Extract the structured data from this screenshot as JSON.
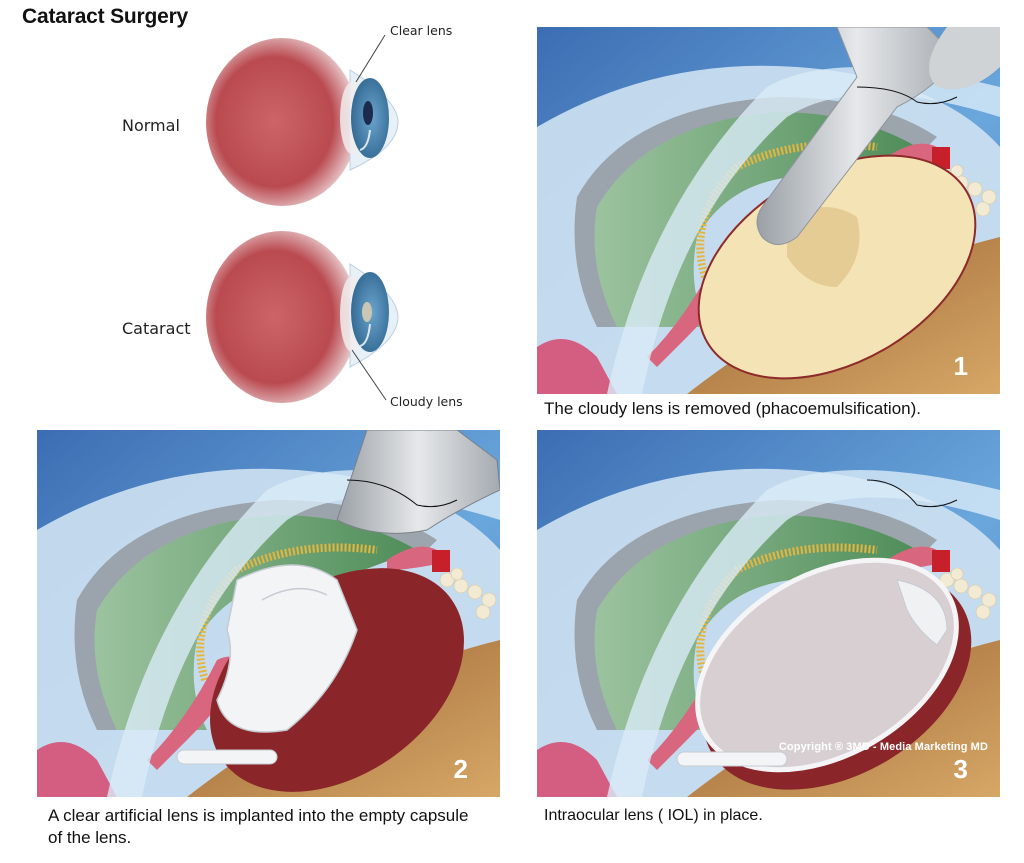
{
  "title": "Cataract Surgery",
  "eyes": [
    {
      "label": "Normal",
      "callout": "Clear lens",
      "lens_state": "clear"
    },
    {
      "label": "Cataract",
      "callout": "Cloudy lens",
      "lens_state": "cloudy"
    }
  ],
  "panels": [
    {
      "number": "1",
      "caption": "The cloudy lens is removed (phacoemulsification).",
      "content": "phacoemulsification-probe-in-cloudy-lens"
    },
    {
      "number": "2",
      "caption": "A clear artificial lens is implanted into the empty capsule of the lens.",
      "content": "folded-iol-injection"
    },
    {
      "number": "3",
      "caption": "Intraocular lens ( IOL) in place.",
      "content": "iol-in-capsule",
      "copyright": "Copyright ® 3MD - Media Marketing MD"
    }
  ],
  "colors": {
    "sky_top": "#3c6fb5",
    "sky_bottom": "#7fb3e0",
    "cornea": "#cfe3f3",
    "iris_green": "#5e9a62",
    "sclera_brown": "#b9834d",
    "lens_cloudy": "#f3e3b5",
    "capsule_red": "#8c2626",
    "eyeball_red": "#c45257",
    "iris_blue": "#3b78a8"
  }
}
